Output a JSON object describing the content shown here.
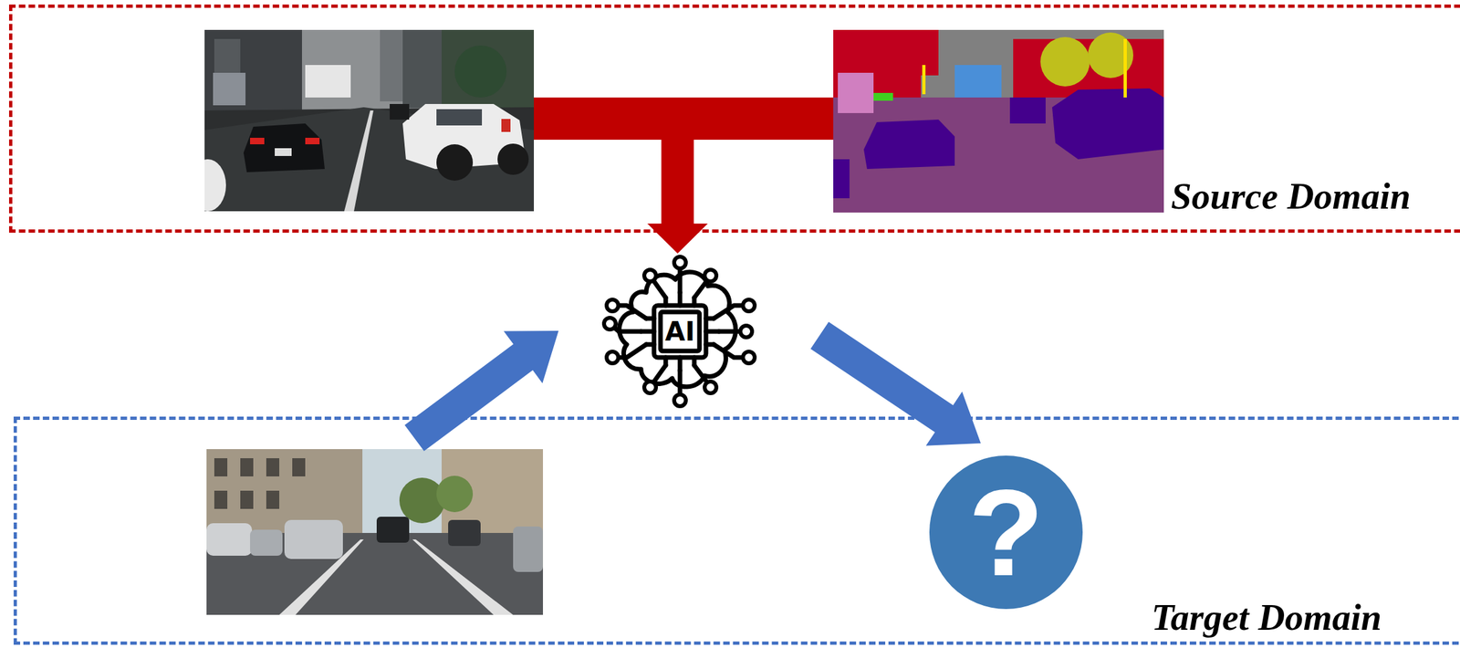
{
  "diagram": {
    "nodes": [
      {
        "text": [
          "Source Domain"
        ]
      },
      {
        "text": [
          "AI"
        ]
      },
      {
        "text": [
          "Target Domain"
        ]
      },
      {
        "text": [
          "?"
        ],
        "in": 2
      }
    ],
    "edges": [
      {
        "from": 0,
        "to": 1,
        "arrow": "to"
      },
      {
        "from": 2,
        "to": 1,
        "arrow": "to"
      },
      {
        "from": 1,
        "to": 3,
        "arrow": "to"
      }
    ]
  }
}
